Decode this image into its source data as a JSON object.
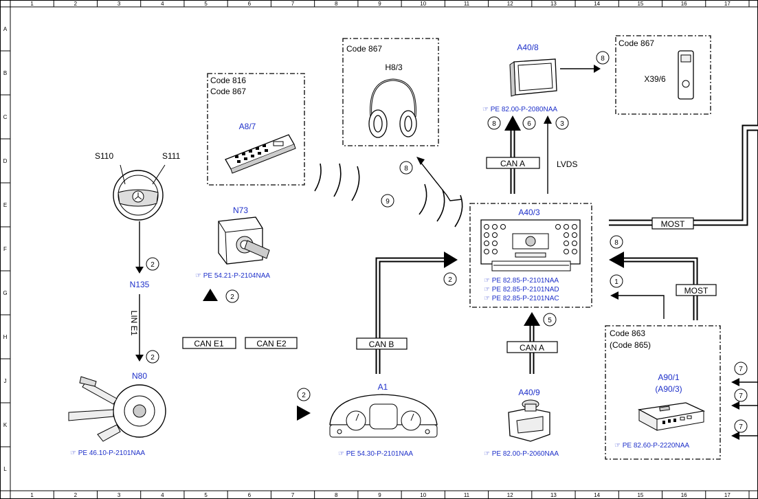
{
  "grid": {
    "columns": [
      "1",
      "2",
      "3",
      "4",
      "5",
      "6",
      "7",
      "8",
      "9",
      "10",
      "11",
      "12",
      "13",
      "14",
      "15",
      "16",
      "17"
    ],
    "rows": [
      "A",
      "B",
      "C",
      "D",
      "E",
      "F",
      "G",
      "H",
      "J",
      "K",
      "L"
    ]
  },
  "components": {
    "s110": "S110",
    "s111": "S111",
    "n135": "N135",
    "n80": "N80",
    "n73": "N73",
    "a8_7": "A8/7",
    "h8_3": "H8/3",
    "a40_8": "A40/8",
    "x39_6": "X39/6",
    "a40_3": "A40/3",
    "a1": "A1",
    "a40_9": "A40/9",
    "a90_1": "A90/1",
    "a90_3": "(A90/3)"
  },
  "code_boxes": {
    "remote_line1": "Code 816",
    "remote_line2": "Code 867",
    "headphones": "Code 867",
    "usb": "Code 867",
    "tv_line1": "Code 863",
    "tv_line2": "(Code 865)"
  },
  "buses": {
    "lin_e1": "LIN E1",
    "can_e1": "CAN E1",
    "can_e2": "CAN E2",
    "can_b": "CAN B",
    "can_a_top": "CAN A",
    "can_a_bottom": "CAN A",
    "lvds": "LVDS",
    "most_top": "MOST",
    "most_right": "MOST"
  },
  "references": {
    "n80": "PE 46.10-P-2101NAA",
    "n73": "PE 54.21-P-2104NAA",
    "a1": "PE 54.30-P-2101NAA",
    "a40_9": "PE 82.00-P-2060NAA",
    "a40_8": "PE 82.00-P-2080NAA",
    "a40_3_1": "PE 82.85-P-2101NAA",
    "a40_3_2": "PE 82.85-P-2101NAD",
    "a40_3_3": "PE 82.85-P-2101NAC",
    "a90_1": "PE 82.60-P-2220NAA"
  },
  "signals": {
    "s_n135": "2",
    "s_n80": "2",
    "s_cane1": "2",
    "s_cane2": "2",
    "s_canb": "2",
    "s_ir8": "8",
    "s_ir9": "9",
    "s_up8": "8",
    "s_up6": "6",
    "s_lvds3": "3",
    "s_usb8": "8",
    "s_most8": "8",
    "s_tv1": "1",
    "s_cana5": "5",
    "s_in7a": "7",
    "s_in7b": "7",
    "s_in7c": "7"
  },
  "colors": {
    "component_label": "#1d2fc9",
    "line": "#000000"
  }
}
